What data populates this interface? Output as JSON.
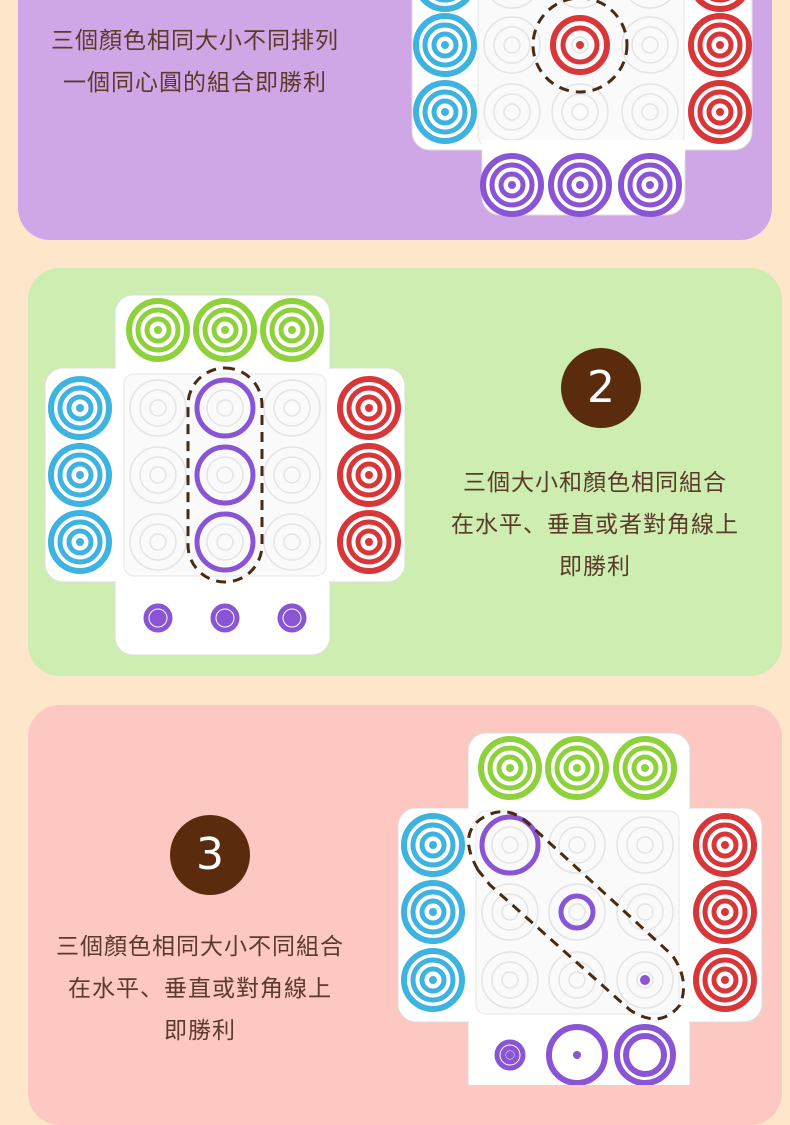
{
  "colors": {
    "background": "#fde6c9",
    "panel1": "#cfa7e7",
    "panel2": "#cdeeb0",
    "panel3": "#fcc8c1",
    "text": "#5b3a2a",
    "badge": "#5a2c0d",
    "green": "#8fd13c",
    "blue": "#3fb3e0",
    "red": "#d8373a",
    "purple": "#8a55d4"
  },
  "rule1": {
    "lines": [
      "三個顏色相同大小不同排列",
      "一個同心圓的組合即勝利"
    ]
  },
  "rule2": {
    "number": "2",
    "lines": [
      "三個大小和顏色相同組合",
      "在水平、垂直或者對角線上",
      "即勝利"
    ]
  },
  "rule3": {
    "number": "3",
    "lines": [
      "三個顏色相同大小不同組合",
      "在水平、垂直或對角線上",
      "即勝利"
    ]
  }
}
